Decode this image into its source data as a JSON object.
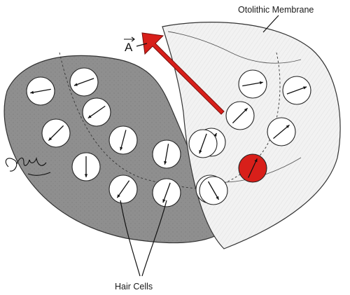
{
  "labels": {
    "membrane": "Otolithic Membrane",
    "hair_cells": "Hair Cells",
    "acceleration_vector": "A"
  },
  "colors": {
    "macula_fill": "#8f8f8f",
    "membrane_fill": "#f2f2f2",
    "hair_cell_fill": "#ffffff",
    "highlight_cell_fill": "#d81f1a",
    "acceleration_arrow": "#d81f1a",
    "ink": "#111111"
  },
  "hair_cells": {
    "macula": [
      {
        "id": "m1",
        "direction_deg": 190
      },
      {
        "id": "m2",
        "direction_deg": 200
      },
      {
        "id": "m3",
        "direction_deg": 215
      },
      {
        "id": "m4",
        "direction_deg": 225
      },
      {
        "id": "m5",
        "direction_deg": 255
      },
      {
        "id": "m6",
        "direction_deg": 260
      },
      {
        "id": "m7",
        "direction_deg": 270
      },
      {
        "id": "m8",
        "direction_deg": 235
      },
      {
        "id": "m9",
        "direction_deg": 250
      },
      {
        "id": "m10",
        "direction_deg": 265
      }
    ],
    "membrane": [
      {
        "id": "o1",
        "direction_deg": 10
      },
      {
        "id": "o2",
        "direction_deg": 20
      },
      {
        "id": "o3",
        "direction_deg": 45
      },
      {
        "id": "o4",
        "direction_deg": 40
      },
      {
        "id": "o5",
        "direction_deg": 60
      },
      {
        "id": "o6",
        "direction_deg": 300
      },
      {
        "id": "o7",
        "direction_deg": 250
      },
      {
        "id": "o8",
        "direction_deg": 65,
        "highlighted": true
      }
    ]
  }
}
